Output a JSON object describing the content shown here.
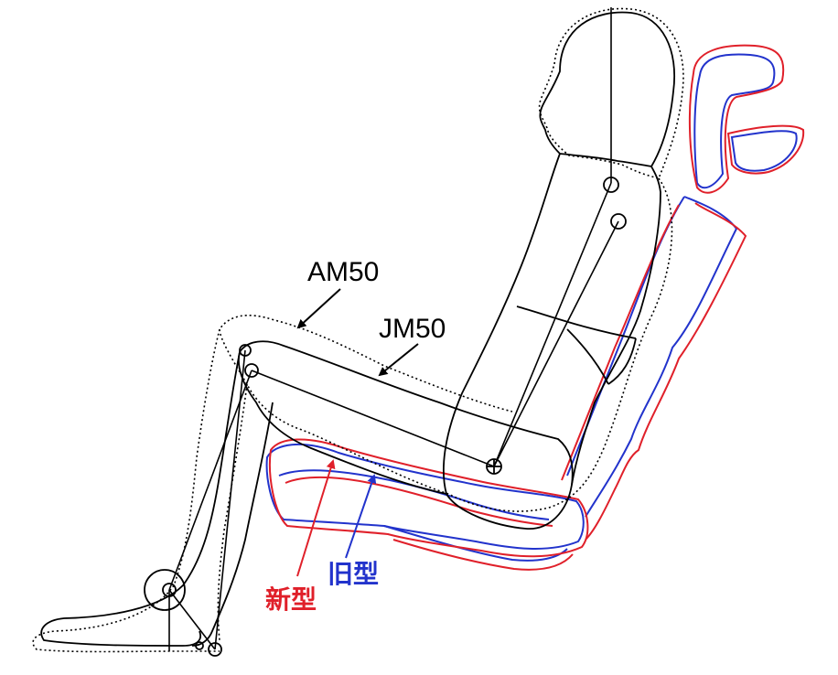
{
  "labels": {
    "am50": "AM50",
    "jm50": "JM50",
    "new_model": "新型",
    "old_model": "旧型"
  },
  "colors": {
    "figure": "#000000",
    "new_seat": "#e0202a",
    "old_seat": "#2233cc",
    "background": "#ffffff"
  }
}
